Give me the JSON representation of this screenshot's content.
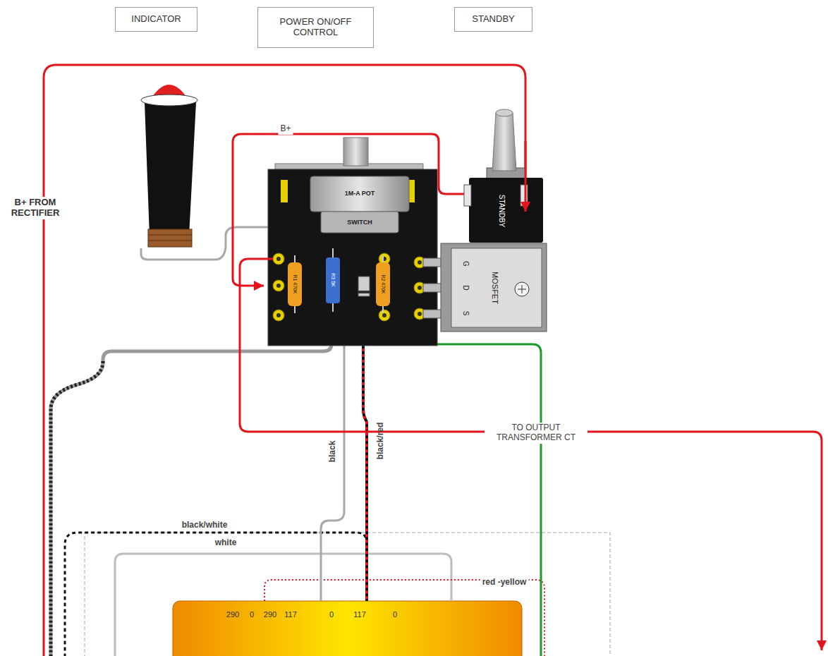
{
  "diagram": {
    "nodes": [
      {
        "text": [
          "INDICATOR"
        ]
      },
      {
        "text": [
          "POWER ON/OFF CONTROL"
        ]
      },
      {
        "text": [
          "STANDBY"
        ]
      },
      {
        "text": [
          "1M-A POT"
        ]
      },
      {
        "text": [
          "SWITCH"
        ]
      },
      {
        "text": [
          "STANDBY"
        ]
      },
      {
        "text": [
          "MOSFET",
          "G",
          "D",
          "S"
        ]
      },
      {
        "text": [
          "290",
          "0",
          "290",
          "117",
          "0",
          "117",
          "0"
        ]
      }
    ],
    "labels": [
      "B+ FROM RECTIFIER",
      "B+",
      "R1 470K",
      "R3 5K",
      "R2 470K",
      "TO OUTPUT TRANSFORMER CT",
      "black",
      "black/red",
      "black/white",
      "white",
      "red -yellow"
    ]
  }
}
